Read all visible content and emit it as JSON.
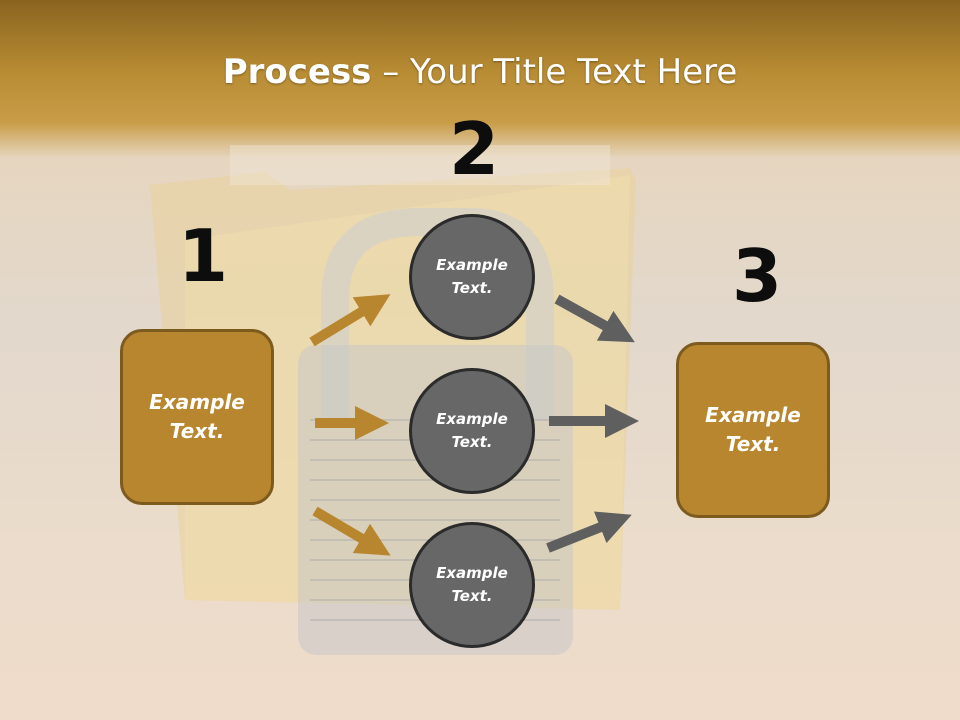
{
  "slide": {
    "title_bold": "Process",
    "title_rest": " – Your Title Text Here"
  },
  "steps": {
    "step1": {
      "number": "1",
      "text": "Example\nText."
    },
    "step2": {
      "number": "2"
    },
    "step3": {
      "number": "3",
      "text": "Example\nText."
    }
  },
  "circles": [
    {
      "text": "Example\nText."
    },
    {
      "text": "Example\nText."
    },
    {
      "text": "Example\nText."
    }
  ],
  "colors": {
    "box_fill": "#b8862f",
    "circle_fill": "#676767",
    "arrow_gold": "#b8862f",
    "arrow_gray": "#5f5f5f"
  }
}
